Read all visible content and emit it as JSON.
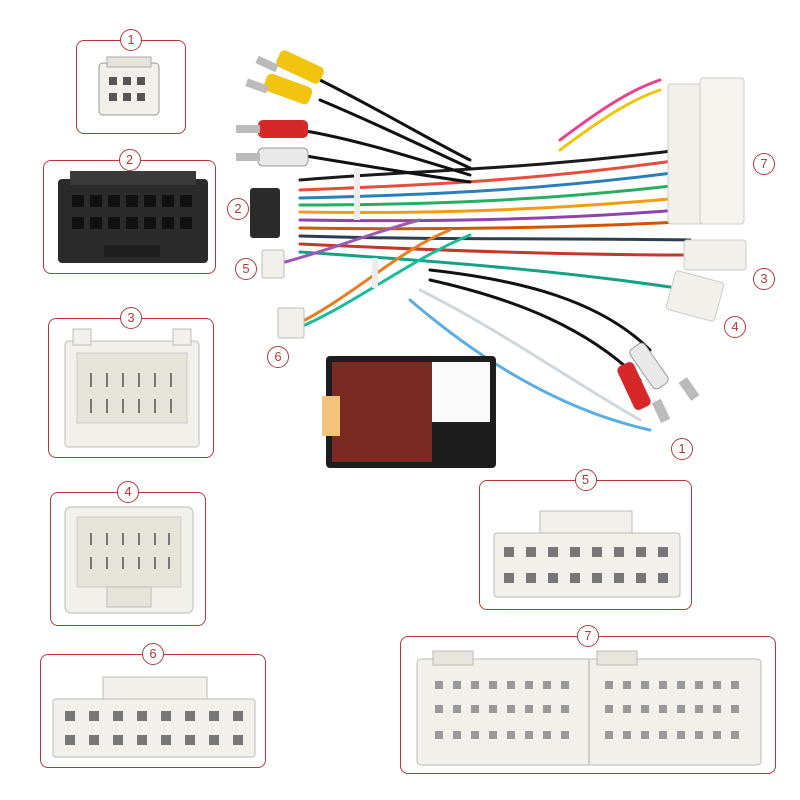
{
  "connectors": [
    {
      "id": "1",
      "label": "1"
    },
    {
      "id": "2",
      "label": "2"
    },
    {
      "id": "3",
      "label": "3"
    },
    {
      "id": "4",
      "label": "4"
    },
    {
      "id": "5",
      "label": "5"
    },
    {
      "id": "6",
      "label": "6"
    },
    {
      "id": "7",
      "label": "7"
    }
  ],
  "harness_labels": {
    "c1": "1",
    "c2": "2",
    "c3": "3",
    "c4": "4",
    "c5": "5",
    "c6": "6",
    "c7": "7"
  },
  "colors": {
    "accent": "#b23a3a",
    "connector_white": "#f2f0ea",
    "connector_black": "#2b2b2b",
    "rca_yellow": "#f1c40f",
    "rca_red": "#d62828",
    "rca_white": "#e9e9e9",
    "decoder_body": "#7a2a22"
  }
}
